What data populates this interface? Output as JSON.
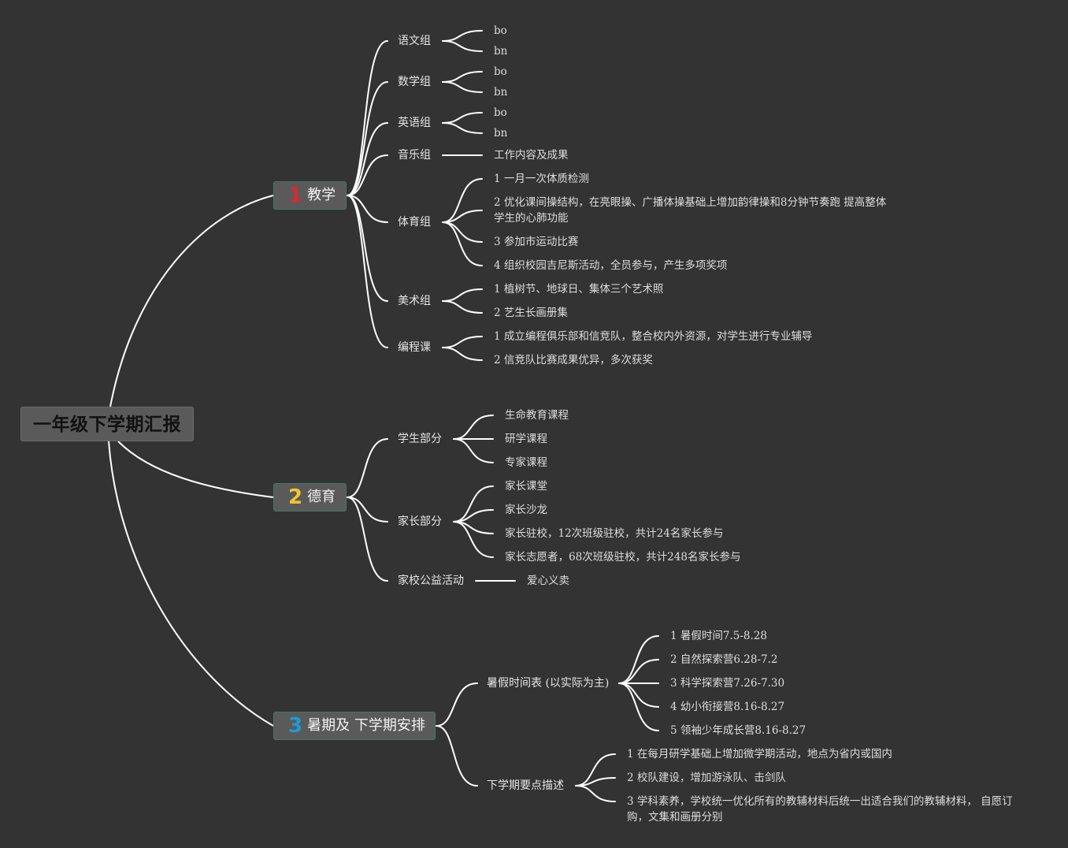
{
  "root": "一年级下学期汇报",
  "branches": [
    {
      "num": "1",
      "num_color": "#d42a35",
      "label": "教学",
      "children": [
        {
          "label": "语文组",
          "children": [
            "bo",
            "bn"
          ]
        },
        {
          "label": "数学组",
          "children": [
            "bo",
            "bn"
          ]
        },
        {
          "label": "英语组",
          "children": [
            "bo",
            "bn"
          ]
        },
        {
          "label": "音乐组",
          "children": [
            "工作内容及成果"
          ]
        },
        {
          "label": "体育组",
          "children": [
            "1 一月一次体质检测",
            "2 优化课间操结构，在亮眼操、广播体操基础上增加韵律操和8分钟节奏跑 提高整体学生的心肺功能",
            "3 参加市运动比赛",
            "4 组织校园吉尼斯活动，全员参与，产生多项奖项"
          ]
        },
        {
          "label": "美术组",
          "children": [
            "1 植树节、地球日、集体三个艺术照",
            "2 艺生长画册集"
          ]
        },
        {
          "label": "编程课",
          "children": [
            "1 成立编程俱乐部和信竞队，整合校内外资源，对学生进行专业辅导",
            "2 信竞队比赛成果优异，多次获奖"
          ]
        }
      ]
    },
    {
      "num": "2",
      "num_color": "#f2c230",
      "label": "德育",
      "children": [
        {
          "label": "学生部分",
          "children": [
            "生命教育课程",
            "研学课程",
            "专家课程"
          ]
        },
        {
          "label": "家长部分",
          "children": [
            "家长课堂",
            "家长沙龙",
            "家长驻校，12次班级驻校，共计24名家长参与",
            "家长志愿者，68次班级驻校，共计248名家长参与"
          ]
        },
        {
          "label": "家校公益活动",
          "children": [
            "爱心义卖"
          ]
        }
      ]
    },
    {
      "num": "3",
      "num_color": "#1f9ad6",
      "label": "暑期及 下学期安排",
      "children": [
        {
          "label": "暑假时间表 (以实际为主)",
          "children": [
            "1 暑假时间7.5-8.28",
            "2 自然探索营6.28-7.2",
            "3 科学探索营7.26-7.30",
            "4 幼小衔接营8.16-8.27",
            "5 领袖少年成长营8.16-8.27"
          ]
        },
        {
          "label": "下学期要点描述",
          "children": [
            "1 在每月研学基础上增加微学期活动，地点为省内或国内",
            "2 校队建设，增加游泳队、击剑队",
            "3 学科素养，学校统一优化所有的教辅材料后统一出适合我们的教辅材料， 自愿订购，文集和画册分别"
          ]
        }
      ]
    }
  ]
}
